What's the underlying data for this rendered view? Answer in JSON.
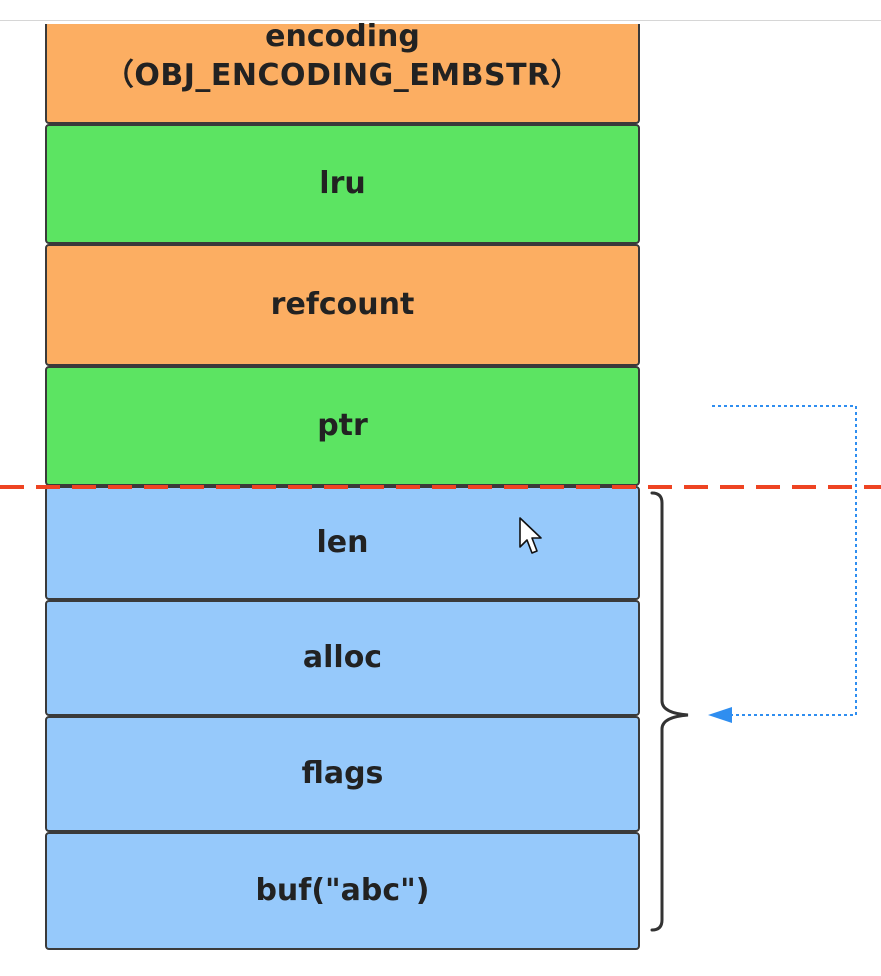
{
  "diagram": {
    "redis_object_fields": [
      {
        "id": "encoding",
        "lines": [
          "encoding",
          "（OBJ_ENCODING_EMBSTR）"
        ],
        "color": "#fcae62"
      },
      {
        "id": "lru",
        "lines": [
          "lru"
        ],
        "color": "#5ce462"
      },
      {
        "id": "refcount",
        "lines": [
          "refcount"
        ],
        "color": "#fcae62"
      },
      {
        "id": "ptr",
        "lines": [
          "ptr"
        ],
        "color": "#5ce462"
      }
    ],
    "sds_fields": [
      {
        "id": "len",
        "lines": [
          "len"
        ],
        "color": "#96c9fb"
      },
      {
        "id": "alloc",
        "lines": [
          "alloc"
        ],
        "color": "#96c9fb"
      },
      {
        "id": "flags",
        "lines": [
          "flags"
        ],
        "color": "#96c9fb"
      },
      {
        "id": "buf",
        "lines": [
          "buf(\"abc\")"
        ],
        "color": "#96c9fb"
      }
    ],
    "boundary_line_color": "#ee4422",
    "pointer_arrow_color": "#2f8ef0",
    "bracket_color": "#333333"
  }
}
